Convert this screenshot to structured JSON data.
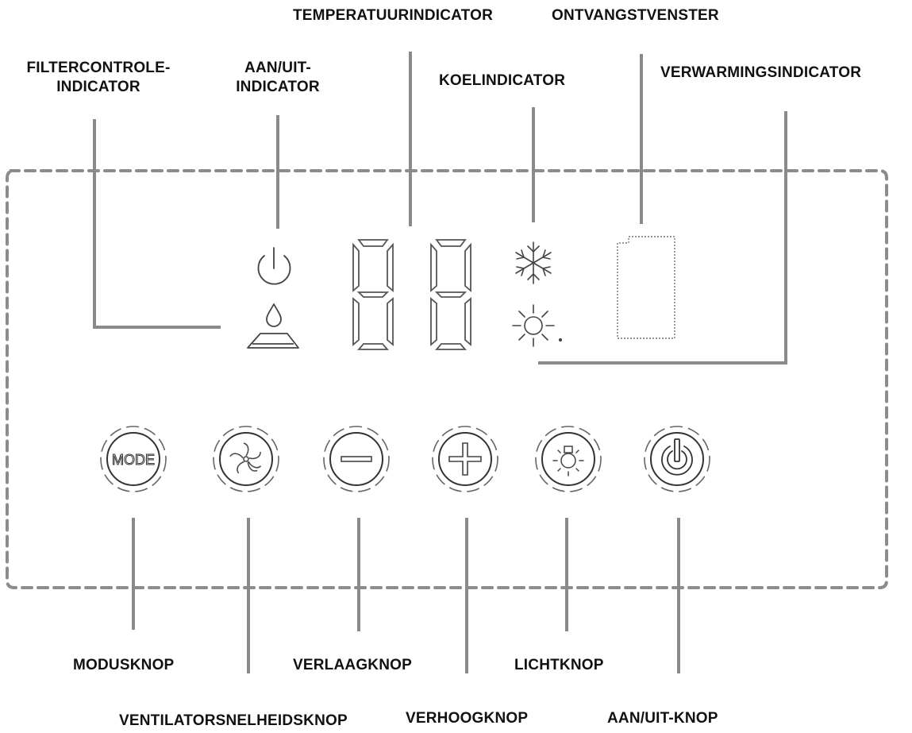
{
  "labels": {
    "temperature_indicator": "TEMPERATUURINDICATOR",
    "receiver_window": "ONTVANGSTVENSTER",
    "filter_check_indicator_line1": "FILTERCONTROLE-",
    "filter_check_indicator_line2": "INDICATOR",
    "power_indicator_line1": "AAN/UIT-",
    "power_indicator_line2": "INDICATOR",
    "cooling_indicator": "KOELINDICATOR",
    "heating_indicator": "VERWARMINGSINDICATOR",
    "mode_button": "MODUSKNOP",
    "fan_speed_button": "VENTILATORSNELHEIDSKNOP",
    "decrease_button": "VERLAAGKNOP",
    "increase_button": "VERHOOGKNOP",
    "light_button": "LICHTKNOP",
    "power_button": "AAN/UIT-KNOP"
  },
  "buttons": {
    "mode_text": "MODE"
  },
  "colors": {
    "leader_line": "#8a8a8a",
    "panel_border": "#8c8c8c",
    "icon_stroke": "#444444",
    "text": "#111111"
  },
  "icons": [
    "power-icon",
    "water-drop-icon",
    "snowflake-icon",
    "sun-icon",
    "fan-icon",
    "minus-icon",
    "plus-icon",
    "light-bulb-icon"
  ]
}
